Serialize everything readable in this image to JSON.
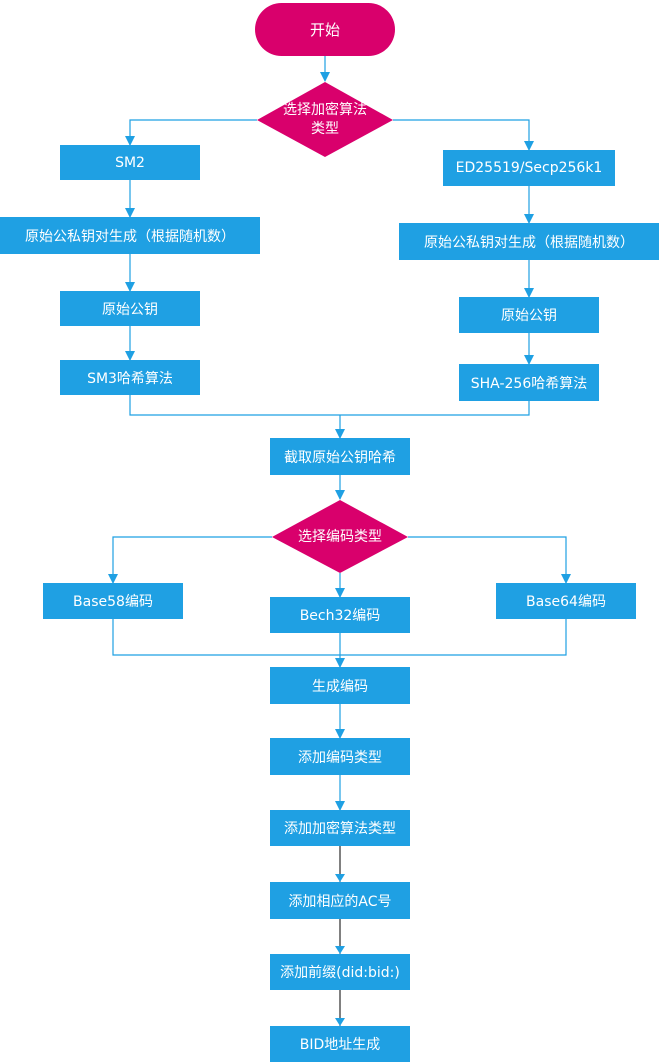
{
  "start": "开始",
  "decision_algo": {
    "line1": "选择加密算法",
    "line2": "类型"
  },
  "left_branch": {
    "algo": "SM2",
    "keygen": "原始公私钥对生成（根据随机数）",
    "pubkey": "原始公钥",
    "hash": "SM3哈希算法"
  },
  "right_branch": {
    "algo": "ED25519/Secp256k1",
    "keygen": "原始公私钥对生成（根据随机数）",
    "pubkey": "原始公钥",
    "hash": "SHA-256哈希算法"
  },
  "truncate": "截取原始公钥哈希",
  "decision_encoding": "选择编码类型",
  "encodings": {
    "base58": "Base58编码",
    "bech32": "Bech32编码",
    "base64": "Base64编码"
  },
  "steps": {
    "generate_encoding": "生成编码",
    "add_encoding_type": "添加编码类型",
    "add_crypto_type": "添加加密算法类型",
    "add_ac": "添加相应的AC号",
    "add_prefix": "添加前缀(did:bid:)",
    "bid_generate": "BID地址生成"
  },
  "colors": {
    "box": "#1fa0e3",
    "terminal": "#d9006c",
    "decision": "#d9006c",
    "connector": "#1fa0e3",
    "connector_dark": "#000000"
  }
}
